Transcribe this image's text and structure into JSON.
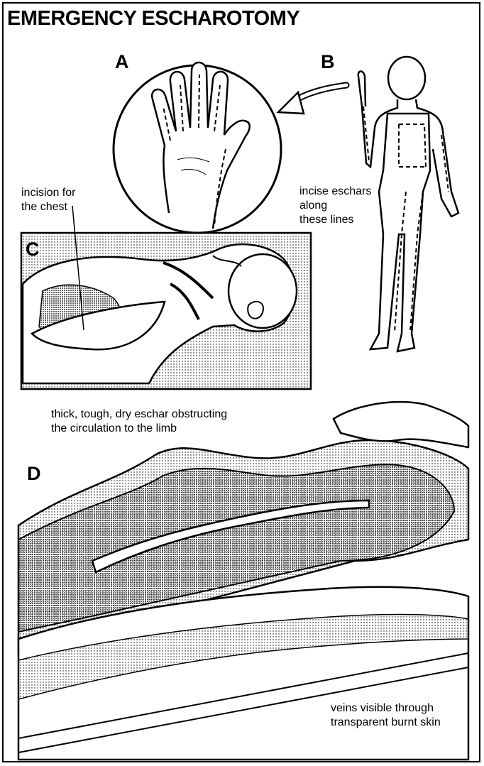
{
  "title": "EMERGENCY ESCHAROTOMY",
  "panels": {
    "a": "A",
    "b": "B",
    "c": "C",
    "d": "D"
  },
  "captions": {
    "chest": [
      "incision for",
      "the chest"
    ],
    "eschars": [
      "incise eschars",
      "along",
      "these lines"
    ],
    "thick": [
      "thick, tough, dry eschar obstructing",
      "the circulation to the limb"
    ],
    "veins": [
      "veins visible through",
      "transparent burnt skin"
    ]
  },
  "icons": [
    "hand-illustration",
    "child-figure-illustration",
    "patient-chest-illustration",
    "limb-incision-illustration",
    "pointer-arrow"
  ],
  "colors": {
    "ink": "#000000",
    "paper": "#ffffff",
    "stipple": "#c8c8c8"
  }
}
